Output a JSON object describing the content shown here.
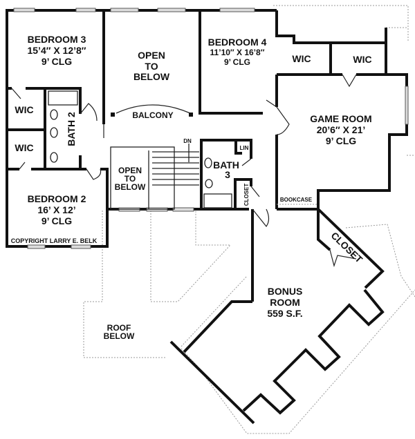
{
  "rooms": {
    "bedroom3": {
      "name": "BEDROOM 3",
      "size": "15’4″ X 12’8″",
      "ceiling": "9’ CLG"
    },
    "open_below_top": {
      "line1": "OPEN",
      "line2": "TO",
      "line3": "BELOW"
    },
    "bedroom4": {
      "name": "BEDROOM 4",
      "size": "11’10″ X 16’8″",
      "ceiling": "9’ CLG"
    },
    "wic_b4": "WIC",
    "wic_game": "WIC",
    "game_room": {
      "name": "GAME ROOM",
      "size": "20’6″ X 21’",
      "ceiling": "9’ CLG"
    },
    "wic_upper": "WIC",
    "wic_lower": "WIC",
    "bath2": "BATH 2",
    "balcony": "BALCONY",
    "stairs_dn": "DN",
    "open_below_stair": {
      "line1": "OPEN",
      "line2": "TO",
      "line3": "BELOW"
    },
    "bath3": {
      "line1": "BATH",
      "line2": "3"
    },
    "linen": "LIN",
    "closet_hall": "CLOSET",
    "bookcase": "BOOKCASE",
    "bedroom2": {
      "name": "BEDROOM 2",
      "size": "16’ X 12’",
      "ceiling": "9’ CLG"
    },
    "copyright": "COPYRIGHT LARRY E. BELK",
    "closet_bonus": "CLOSET",
    "bonus_room": {
      "line1": "BONUS",
      "line2": "ROOM",
      "line3": "559 S.F."
    },
    "roof_below": {
      "line1": "ROOF",
      "line2": "BELOW"
    }
  }
}
